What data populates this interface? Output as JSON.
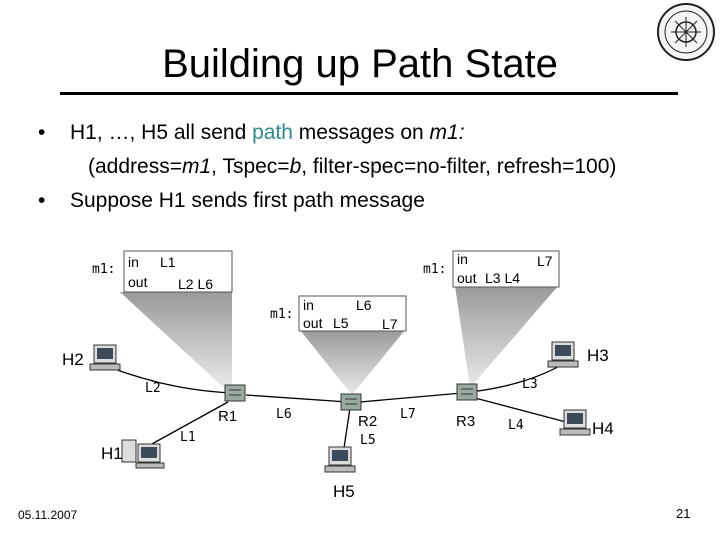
{
  "slide": {
    "title": "Building up Path State",
    "bullets": {
      "b1_pre": "H1, …, H5 all send ",
      "b1_kw": "path",
      "b1_mid": " messages on ",
      "b1_var": "m1:",
      "b1_sub_pre": "(address=",
      "b1_sub_m1": "m1",
      "b1_sub_mid": ", Tspec=",
      "b1_sub_b": "b",
      "b1_sub_post": ", filter-spec=no-filter, refresh=100)",
      "b2": "Suppose H1 sends first path message"
    },
    "footer_date": "05.11.2007",
    "page_number": "21"
  },
  "tables": {
    "r1": {
      "label": "m1:",
      "in_label": "in",
      "in_val": "L1",
      "out_label": "out",
      "out_val": "L2  L6"
    },
    "r2": {
      "label": "m1:",
      "in_label": "in",
      "in_val": "L6",
      "out_label": "out",
      "out_val": "L5",
      "out_val2": "L7"
    },
    "r3": {
      "label": "m1:",
      "in_label": "in",
      "in_val": "L7",
      "out_label": "out",
      "out_val": "L3  L4"
    }
  },
  "nodes": {
    "H1": "H1",
    "H2": "H2",
    "H3": "H3",
    "H4": "H4",
    "H5": "H5",
    "R1": "R1",
    "R2": "R2",
    "R3": "R3"
  },
  "links": {
    "L1": "L1",
    "L2": "L2",
    "L3": "L3",
    "L4": "L4",
    "L5": "L5",
    "L6": "L6",
    "L7": "L7"
  },
  "colors": {
    "accent": "#2e8b8b",
    "cone": "#b8b8b8",
    "router": "#9aa9a0"
  },
  "icons": {
    "logo": "institute-seal-logo",
    "host": "computer-workstation-icon",
    "router": "router-icon"
  }
}
